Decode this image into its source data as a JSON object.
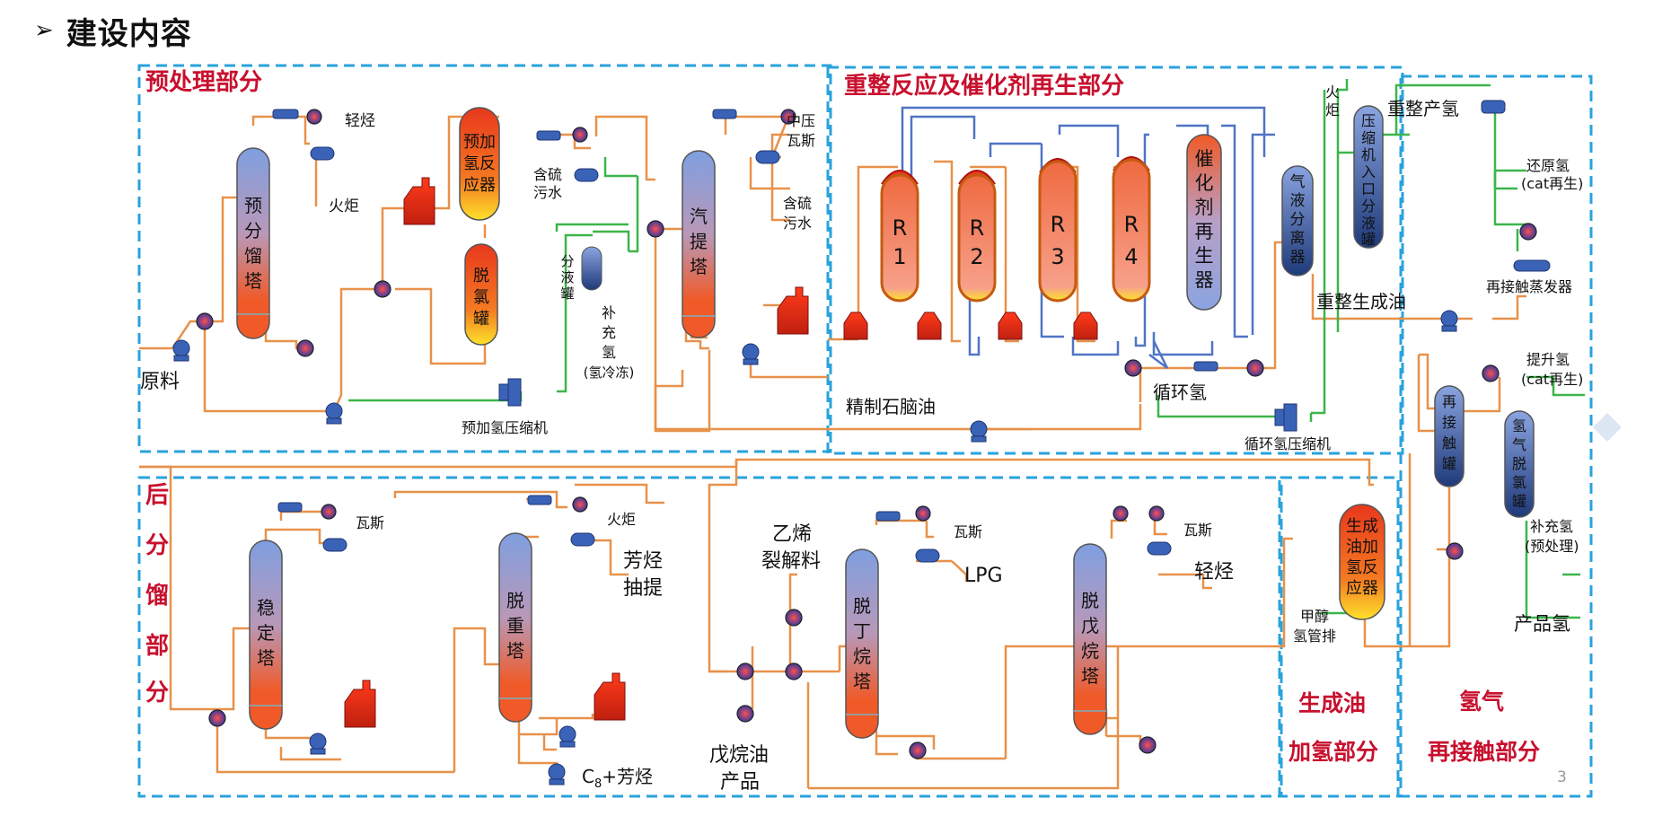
{
  "header": {
    "title": "建设内容"
  },
  "page_number": "3",
  "sections": {
    "pretreat": "预处理部分",
    "reform": "重整反应及催化剂再生部分",
    "fraction": [
      "后",
      "分",
      "馏",
      "部",
      "分"
    ],
    "hydro": [
      "生成油",
      "加氢部分"
    ],
    "h2": [
      "氢气",
      "再接触部分"
    ]
  },
  "vessels": {
    "prefrac": [
      "预",
      "分",
      "馏",
      "塔"
    ],
    "prehydro": [
      "预加",
      "氢反",
      "应器"
    ],
    "dechlor": [
      "脱",
      "氯",
      "罐"
    ],
    "sepdrum": [
      "分",
      "液",
      "罐"
    ],
    "stripper": [
      "汽",
      "提",
      "塔"
    ],
    "r1": [
      "R",
      "1"
    ],
    "r2": [
      "R",
      "2"
    ],
    "r3": [
      "R",
      "3"
    ],
    "r4": [
      "R",
      "4"
    ],
    "regen": [
      "催",
      "化",
      "剂",
      "再",
      "生",
      "器"
    ],
    "gls": [
      "气",
      "液",
      "分",
      "离",
      "器"
    ],
    "compknock": [
      "压",
      "缩",
      "机",
      "入",
      "口",
      "分",
      "液",
      "罐"
    ],
    "stab": [
      "稳",
      "定",
      "塔"
    ],
    "dehv": [
      "脱",
      "重",
      "塔"
    ],
    "debut": [
      "脱",
      "丁",
      "烷",
      "塔"
    ],
    "depent": [
      "脱",
      "戊",
      "烷",
      "塔"
    ],
    "hydroreac": [
      "生成",
      "油加",
      "氢反",
      "应器"
    ],
    "recontact": [
      "再",
      "接",
      "触",
      "罐"
    ],
    "h2dechlor": [
      "氢",
      "气",
      "脱",
      "氯",
      "罐"
    ]
  },
  "labels": {
    "light_hc": "轻烃",
    "flare1": "火炬",
    "sour_water1": [
      "含硫",
      "污水"
    ],
    "mp_gas": [
      "中压",
      "瓦斯"
    ],
    "sour_water2": [
      "含硫",
      "污水"
    ],
    "makeup_h2": [
      "补",
      "充",
      "氢"
    ],
    "h2_cold": "(氢冷冻)",
    "feed": "原料",
    "prehydro_comp": "预加氢压缩机",
    "naphtha": "精制石脑油",
    "recycle_h2": "循环氢",
    "recycle_comp": "循环氢压缩机",
    "flare2": [
      "火",
      "炬"
    ],
    "reform_h2": "重整产氢",
    "reduce_h2": [
      "还原氢",
      "(cat再生)"
    ],
    "recontact_evap": "再接触蒸发器",
    "reformate": "重整生成油",
    "lift_h2": [
      "提升氢",
      "(cat再生)"
    ],
    "makeup_pre": [
      "补充氢",
      "(预处理)"
    ],
    "product_h2": "产品氢",
    "gas_stab": "瓦斯",
    "flare_dehv": "火炬",
    "aromatic": [
      "芳烃",
      "抽提"
    ],
    "c8": "C",
    "c8_sub": "8",
    "c8_tail": "+芳烃",
    "ethylene": [
      "乙烯",
      "裂解料"
    ],
    "gas_debut": "瓦斯",
    "lpg": "LPG",
    "pentane": [
      "戊烷油",
      "产品"
    ],
    "gas_depent": "瓦斯",
    "light_hc2": "轻烃",
    "methanol": [
      "甲醇",
      "氢管排"
    ]
  },
  "colors": {
    "dashed_border": "#29a3dc",
    "section_title": "#c8102e",
    "oil_line": "#e8914a",
    "h2_line": "#3db54a",
    "recycle_line": "#4f75c4",
    "vessel_blue": "#8aa4dc",
    "vessel_orange": "#ea5a28"
  }
}
